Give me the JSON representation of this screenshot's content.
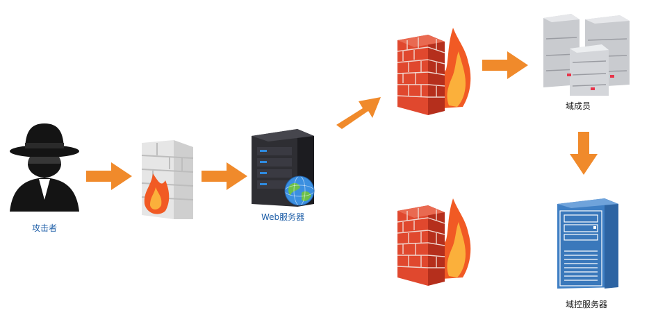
{
  "diagram": {
    "nodes": {
      "attacker": {
        "label": "攻击者"
      },
      "web_server": {
        "label": "Web服务器"
      },
      "domain_member": {
        "label": "域成员"
      },
      "domain_controller": {
        "label": "域控服务器"
      }
    },
    "colors": {
      "arrow": "#f08a2b",
      "label_blue": "#1f5fa8",
      "label_dark": "#1a1a1a",
      "firewall_brick": "#d9432b",
      "gray_wall": "#d9d9d9",
      "server_dark": "#2e2e33",
      "server_blue": "#3f7fc4"
    },
    "icons": [
      "spy-icon",
      "gray-firewall-icon",
      "web-server-icon",
      "globe-icon",
      "firewall-icon",
      "server-cluster-icon",
      "tower-server-icon"
    ]
  }
}
